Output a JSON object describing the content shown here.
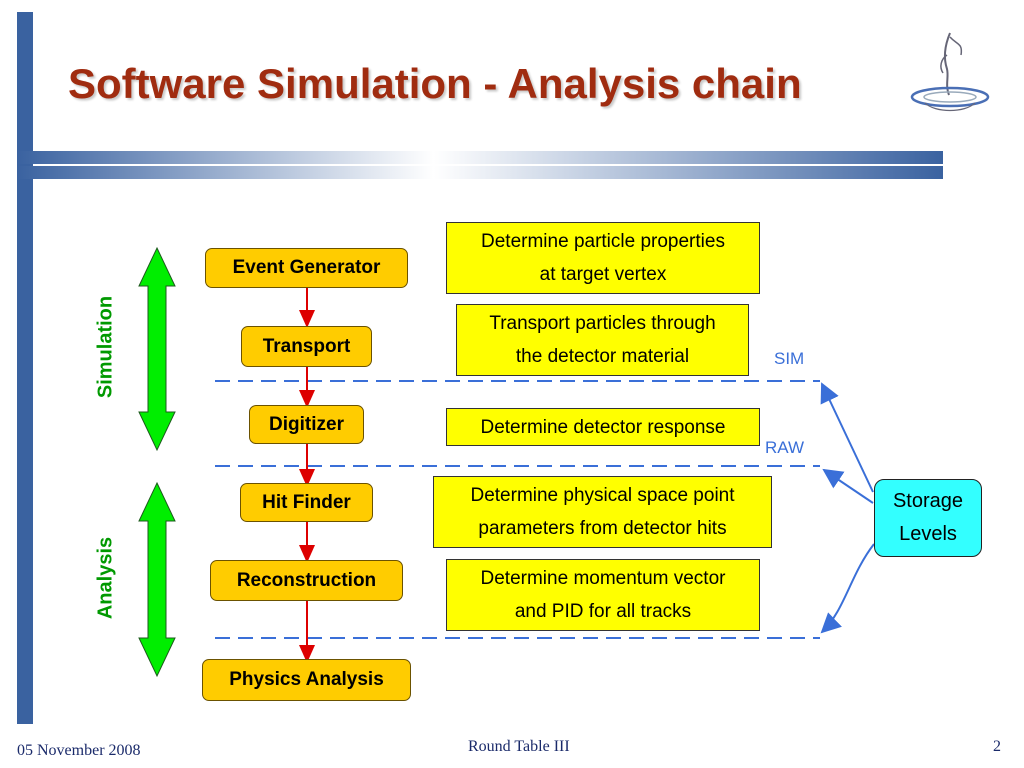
{
  "slide": {
    "title": "Software Simulation - Analysis chain",
    "footer_date": "05 November 2008",
    "footer_center": "Round Table III",
    "page_number": "2"
  },
  "labels": {
    "simulation": "Simulation",
    "analysis": "Analysis",
    "sim": "SIM",
    "raw": "RAW"
  },
  "steps": [
    "Event Generator",
    "Transport",
    "Digitizer",
    "Hit Finder",
    "Reconstruction",
    "Physics Analysis"
  ],
  "descriptions": [
    [
      "Determine particle properties",
      "at target vertex"
    ],
    [
      "Transport particles through",
      "the detector material"
    ],
    [
      "Determine detector response"
    ],
    [
      "Determine physical space point",
      "parameters from detector hits"
    ],
    [
      "Determine momentum vector",
      "and PID for all tracks"
    ]
  ],
  "storage": [
    "Storage",
    "Levels"
  ],
  "colors": {
    "accent_bar": "#3a62a0",
    "title": "#a02c10",
    "step_fill": "#ffcc00",
    "desc_fill": "#ffff00",
    "storage_fill": "#33ffff",
    "flow_arrow": "#dd0000",
    "phase_arrow": "#00ee00",
    "dashed_line": "#3a6fd8"
  }
}
